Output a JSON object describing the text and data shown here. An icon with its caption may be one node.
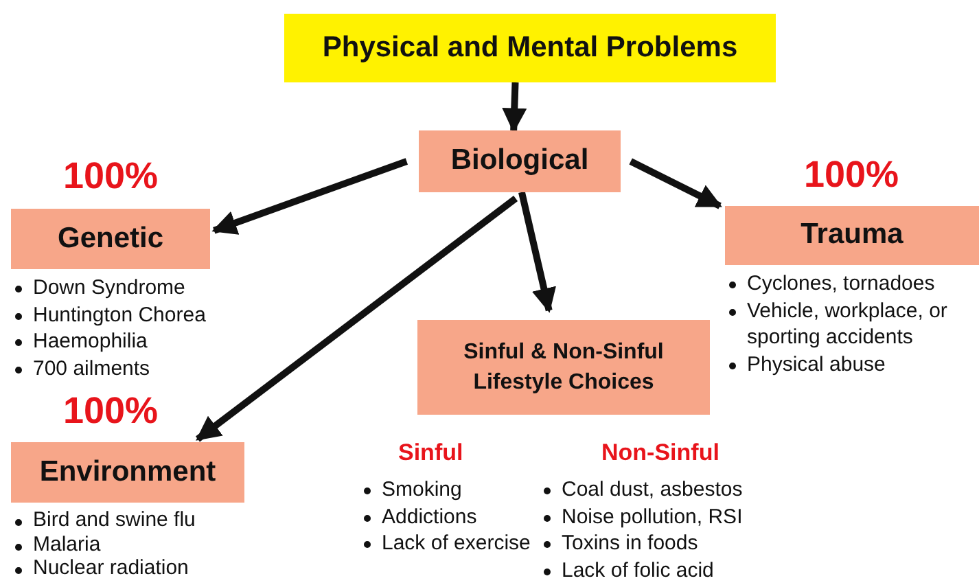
{
  "diagram": {
    "nodes": [
      {
        "text": [
          "Physical and Mental Problems"
        ]
      },
      {
        "text": [
          "Biological"
        ]
      },
      {
        "text": [
          "Genetic"
        ],
        "beside": [
          "100%",
          "Down Syndrome",
          "Huntington Chorea",
          "Haemophilia",
          "700 ailments"
        ]
      },
      {
        "text": [
          "Trauma"
        ],
        "beside": [
          "100%",
          "Cyclones, tornadoes",
          "Vehicle, workplace, or sporting accidents",
          "Physical abuse"
        ]
      },
      {
        "text": [
          "Sinful & Non-Sinful Lifestyle Choices"
        ]
      },
      {
        "text": [
          "Environment"
        ],
        "beside": [
          "100%",
          "Bird and swine flu",
          "Malaria",
          "Nuclear radiation"
        ]
      }
    ],
    "edges": [
      {
        "from": 0,
        "to": 1,
        "arrow": "to"
      },
      {
        "from": 1,
        "to": 2,
        "arrow": "to"
      },
      {
        "from": 1,
        "to": 3,
        "arrow": "to"
      },
      {
        "from": 1,
        "to": 4,
        "arrow": "to"
      },
      {
        "from": 1,
        "to": 5,
        "arrow": "to"
      }
    ],
    "labels": [
      "Sinful",
      "Smoking",
      "Addictions",
      "Lack of exercise",
      "Non-Sinful",
      "Coal dust, asbestos",
      "Noise pollution, RSI",
      "Toxins in foods",
      "Lack of folic acid"
    ]
  }
}
